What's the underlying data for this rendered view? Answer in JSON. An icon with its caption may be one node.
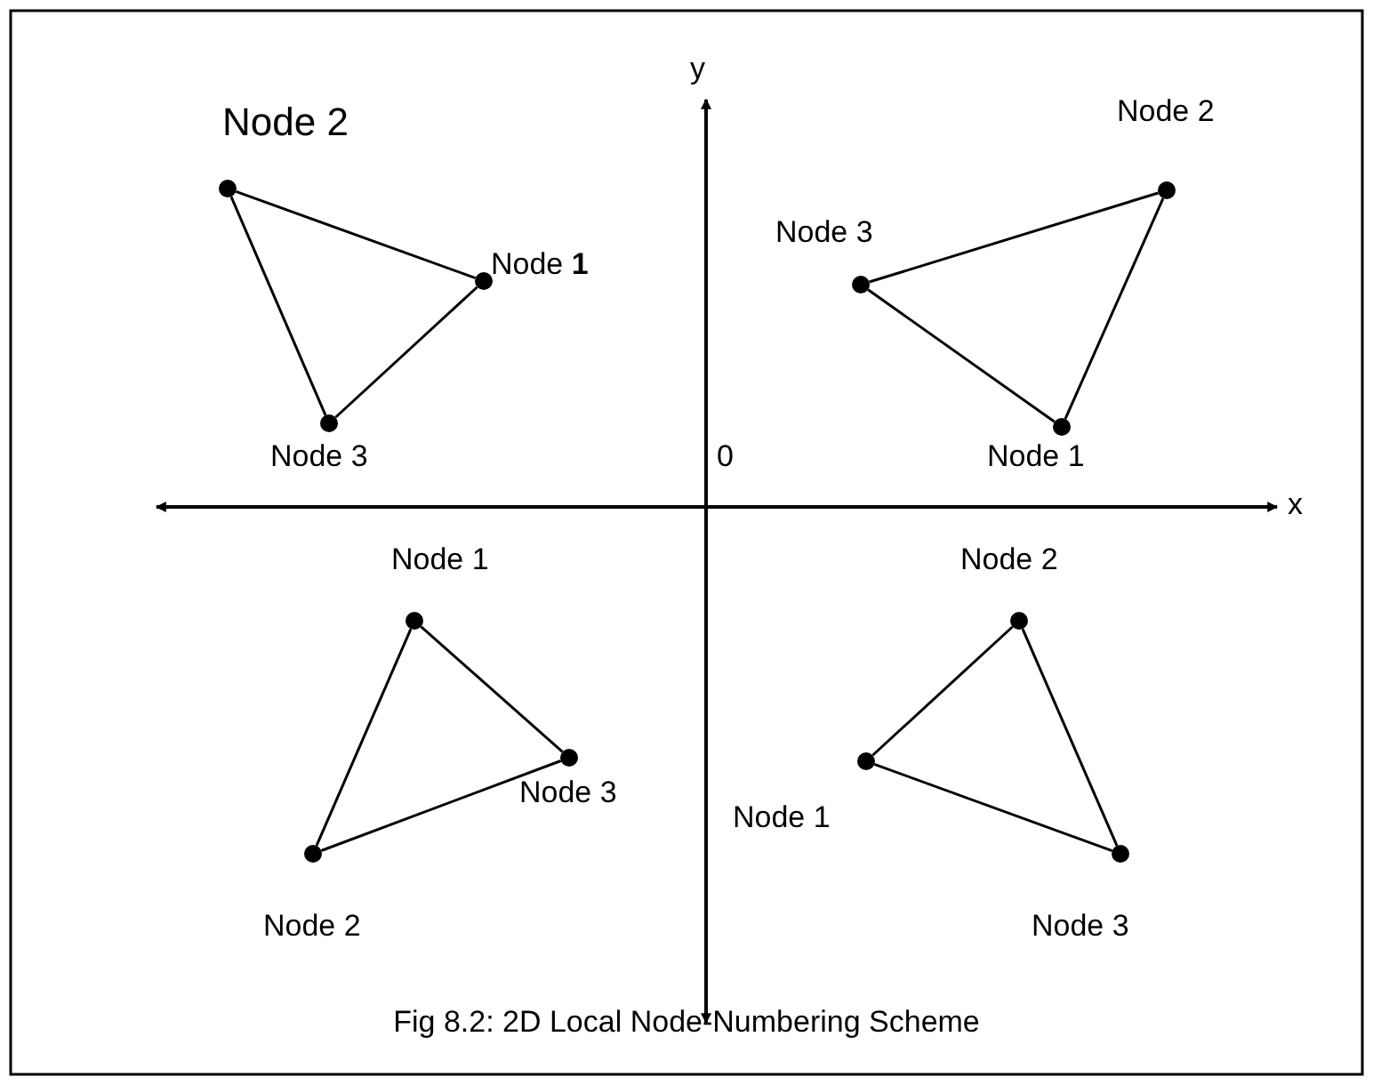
{
  "diagram": {
    "caption": "Fig 8.2: 2D Local Node-Numbering Scheme",
    "nodes": [
      {
        "text": [],
        "shape": "circle",
        "beside": [
          "Node 2"
        ]
      },
      {
        "text": [],
        "shape": "circle",
        "beside": [
          "Node **1**"
        ]
      },
      {
        "text": [],
        "shape": "circle",
        "beside": [
          "Node 3"
        ]
      },
      {
        "text": [],
        "shape": "circle",
        "beside": [
          "Node 3"
        ]
      },
      {
        "text": [],
        "shape": "circle",
        "beside": [
          "Node 2"
        ]
      },
      {
        "text": [],
        "shape": "circle",
        "beside": [
          "Node 1"
        ]
      },
      {
        "text": [],
        "shape": "circle",
        "beside": [
          "Node 1"
        ]
      },
      {
        "text": [],
        "shape": "circle",
        "beside": [
          "Node 3"
        ]
      },
      {
        "text": [],
        "shape": "circle",
        "beside": [
          "Node 2"
        ]
      },
      {
        "text": [],
        "shape": "circle",
        "beside": [
          "Node 2"
        ]
      },
      {
        "text": [],
        "shape": "circle",
        "beside": [
          "Node 1"
        ]
      },
      {
        "text": [],
        "shape": "circle",
        "beside": [
          "Node 3"
        ]
      }
    ],
    "edges": [
      {
        "from": 0,
        "to": 1,
        "arrow": "none"
      },
      {
        "from": 1,
        "to": 2,
        "arrow": "none"
      },
      {
        "from": 2,
        "to": 0,
        "arrow": "none"
      },
      {
        "from": 3,
        "to": 4,
        "arrow": "none"
      },
      {
        "from": 4,
        "to": 5,
        "arrow": "none"
      },
      {
        "from": 5,
        "to": 3,
        "arrow": "none"
      },
      {
        "from": 6,
        "to": 7,
        "arrow": "none"
      },
      {
        "from": 7,
        "to": 8,
        "arrow": "none"
      },
      {
        "from": 8,
        "to": 6,
        "arrow": "none"
      },
      {
        "from": 9,
        "to": 10,
        "arrow": "none"
      },
      {
        "from": 10,
        "to": 11,
        "arrow": "none"
      },
      {
        "from": 11,
        "to": 9,
        "arrow": "none"
      }
    ],
    "labels": [
      "y",
      "0",
      "x"
    ]
  }
}
